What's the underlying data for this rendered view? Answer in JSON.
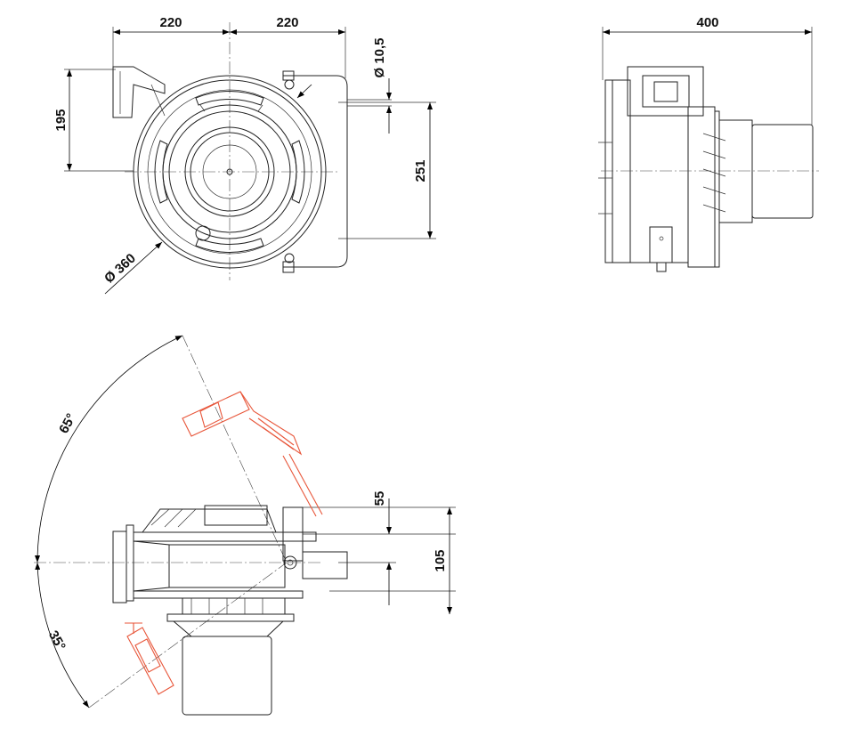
{
  "drawing": {
    "front_view": {
      "dim_left_width": "220",
      "dim_right_width": "220",
      "dim_bracket_height": "195",
      "dim_hole_diameter": "Ø 10,5",
      "dim_hole_spacing": "251",
      "dim_drum_diameter": "Ø 360"
    },
    "side_view": {
      "dim_depth": "400"
    },
    "swivel_view": {
      "angle_up": "65°",
      "angle_down": "35°",
      "dim_offset": "55",
      "dim_height": "105"
    },
    "colors": {
      "line": "#222222",
      "swivel_highlight": "#e8563a"
    }
  }
}
